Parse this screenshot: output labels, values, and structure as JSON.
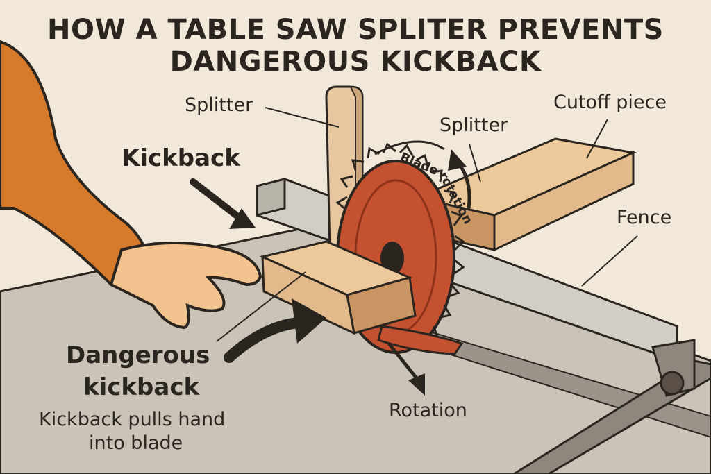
{
  "title": {
    "line1": "HOW A TABLE SAW SPLITER PREVENTS",
    "line2": "DANGEROUS KICKBACK"
  },
  "labels": {
    "splitter_left": "Splitter",
    "splitter_right": "Splitter",
    "cutoff_piece": "Cutoff piece",
    "kickback": "Kickback",
    "blade_rotation_part1": "Blade",
    "blade_rotation_part2": "rotation",
    "fence": "Fence",
    "dangerous_kickback_line1": "Dangerous",
    "dangerous_kickback_line2": "kickback",
    "hand_warning_line1": "Kickback pulls hand",
    "hand_warning_line2": "into blade",
    "rotation": "Rotation"
  },
  "colors": {
    "background": "#f1e8da",
    "table": "#c9c3b8",
    "wood": "#e2b98a",
    "blade": "#c4512f",
    "sleeve": "#d67a2c",
    "skin": "#f2c28f",
    "ink": "#2b2520"
  }
}
